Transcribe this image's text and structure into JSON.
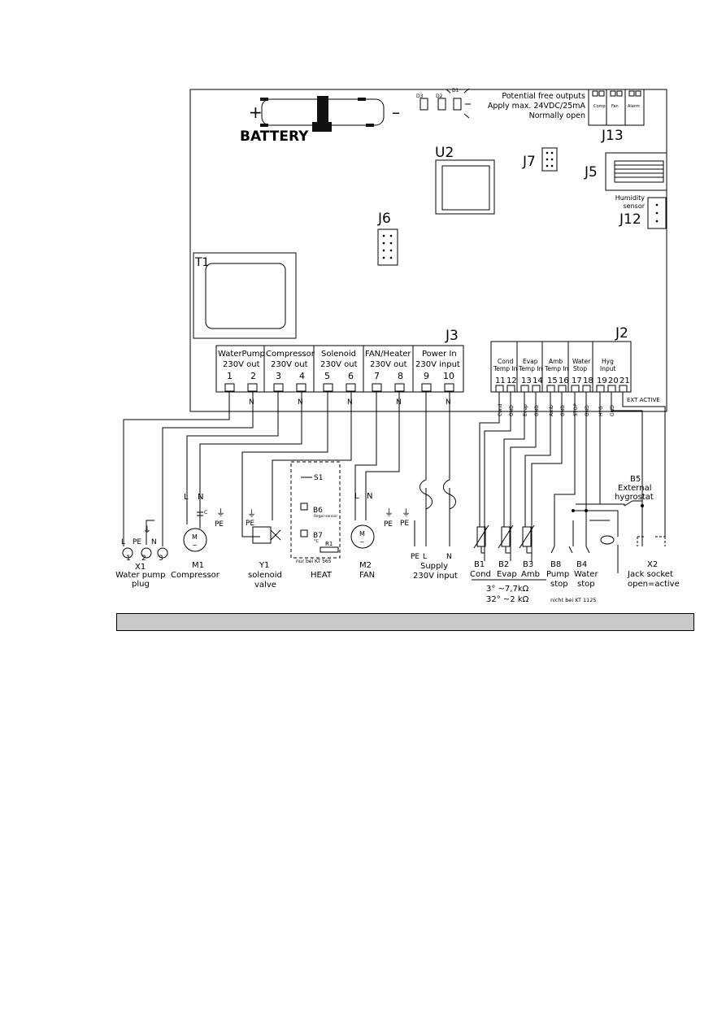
{
  "board": {
    "battery_label": "BATTERY",
    "battery_plus": "+",
    "battery_minus": "–",
    "potential_free_lines": [
      "Potential free outputs",
      "Apply max. 24VDC/25mA",
      "Normally open"
    ],
    "j13_small_labels": [
      "Comp",
      "Fan",
      "Alarm"
    ],
    "led_labels": [
      "D3",
      "D2",
      "D1"
    ],
    "u2_label": "U2",
    "j5_label": "J5",
    "j6_label": "J6",
    "j7_label": "J7",
    "j12_label": "J12",
    "j13_label": "J13",
    "j3_label": "J3",
    "j2_label": "J2",
    "t1_label": "T1",
    "humidity_sensor_lines": [
      "Humidity",
      "sensor"
    ]
  },
  "j3": {
    "groups": [
      {
        "name": "WaterPump",
        "sub": "230V out",
        "pins": [
          "1",
          "2"
        ]
      },
      {
        "name": "Compressor",
        "sub": "230V out",
        "pins": [
          "3",
          "4"
        ]
      },
      {
        "name": "Solenoid",
        "sub": "230V out",
        "pins": [
          "5",
          "6"
        ]
      },
      {
        "name": "FAN/Heater",
        "sub": "230V out",
        "pins": [
          "7",
          "8"
        ]
      },
      {
        "name": "Power In",
        "sub": "230V input",
        "pins": [
          "9",
          "10"
        ]
      }
    ],
    "n_labels": [
      "N",
      "N",
      "N",
      "N",
      "N"
    ]
  },
  "j2": {
    "groups": [
      {
        "lines": [
          "Cond",
          "Temp In"
        ],
        "pins": [
          "11",
          "12"
        ]
      },
      {
        "lines": [
          "Evap",
          "Temp In"
        ],
        "pins": [
          "13",
          "14"
        ]
      },
      {
        "lines": [
          "Amb",
          "Temp In"
        ],
        "pins": [
          "15",
          "16"
        ]
      },
      {
        "lines": [
          "Water",
          "Stop"
        ],
        "pins": [
          "17",
          "18"
        ]
      },
      {
        "lines": [
          "Hyg",
          "Input"
        ],
        "pins": [
          "19",
          "20",
          "21"
        ]
      }
    ],
    "ext_active": "EXT ACTIVE",
    "terminal_tags": [
      "Cond",
      "GND",
      "Evap",
      "GND",
      "Amb",
      "GND",
      "STOP",
      "GND",
      "HYG",
      "GND"
    ]
  },
  "components": {
    "x1": {
      "pins": [
        "L",
        "PE",
        "N"
      ],
      "numbers": [
        "1",
        "2",
        "3"
      ],
      "lines": [
        "X1",
        "Water pump",
        "plug"
      ]
    },
    "m1": {
      "lines": [
        "M1",
        "Compressor"
      ],
      "l": "L",
      "n": "N",
      "pe": "PE",
      "c": "C",
      "motor": "M"
    },
    "y1": {
      "lines": [
        "Y1",
        "solenoid",
        "valve"
      ],
      "pe": "PE"
    },
    "heat": {
      "s1": "S1",
      "b6": "B6",
      "b6_note": "Regel-sensor",
      "b7": "B7",
      "b7_note": "°C",
      "r1": "R1",
      "note": "nur bei KT 565",
      "label": "HEAT"
    },
    "m2": {
      "lines": [
        "M2",
        "FAN"
      ],
      "l": "L",
      "n": "N",
      "pe": "PE",
      "motor": "M"
    },
    "supply": {
      "pe": "PE",
      "l": "L",
      "n": "N",
      "pe2": "PE",
      "lines": [
        "Supply",
        "230V input"
      ]
    },
    "b1": {
      "lines": [
        "B1",
        "Cond"
      ]
    },
    "b2": {
      "lines": [
        "B2",
        "Evap"
      ]
    },
    "b3": {
      "lines": [
        "B3",
        "Amb"
      ]
    },
    "ntc": [
      "3° ~7,7kΩ",
      "32° ~2 kΩ"
    ],
    "b8": {
      "lines": [
        "B8",
        "Pump",
        "stop"
      ]
    },
    "b4": {
      "lines": [
        "B4",
        "Water",
        "stop"
      ]
    },
    "b4_note": "nicht bei KT 1125",
    "b5": {
      "lines": [
        "B5",
        "External",
        "hygrostat"
      ]
    },
    "x2": {
      "lines": [
        "X2",
        "Jack socket",
        "open=active"
      ]
    }
  },
  "footer_bar_text": ""
}
